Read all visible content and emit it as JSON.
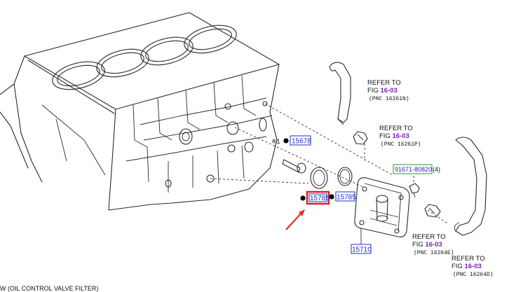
{
  "callouts": {
    "refer_1": {
      "prefix": "REFER TO",
      "fig_label": "FIG ",
      "fig_num": "16-03",
      "pnc": "(PNC 16261N)"
    },
    "refer_2": {
      "prefix": "REFER TO",
      "fig_label": "FIG ",
      "fig_num": "16-03",
      "pnc": "(PNC 16261P)"
    },
    "refer_3": {
      "prefix": "REFER TO",
      "fig_label": "FIG ",
      "fig_num": "16-03",
      "pnc": "(PNC 16264E)"
    },
    "refer_4": {
      "prefix": "REFER TO",
      "fig_label": "FIG ",
      "fig_num": "16-03",
      "pnc": "(PNC 16264D)"
    }
  },
  "parts": {
    "p15678": "15678",
    "p15785_highlighted": "15785",
    "p15785": "15785",
    "p15710": "15710",
    "p91671": "91671-80820",
    "p91671_qty": "(4)"
  },
  "marks": {
    "note_symbol": "※1"
  },
  "caption": "W (OIL CONTROL VALVE FILTER)",
  "colors": {
    "part_link": "#1c2fbf",
    "figure_ref": "#7a1fb8",
    "highlight": "#e01b24",
    "arrow": "#e0302a",
    "standard_part": "#2a9a2a"
  }
}
